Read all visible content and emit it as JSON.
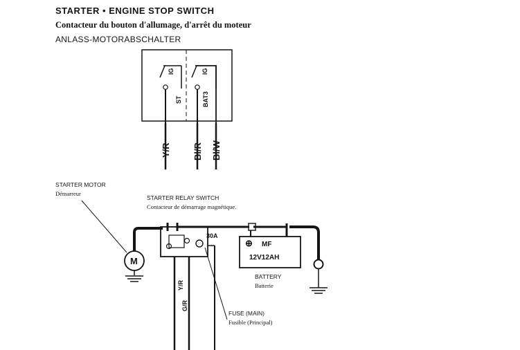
{
  "header": {
    "title_en": "STARTER • ENGINE STOP SWITCH",
    "title_fr": "Contacteur du bouton d'allumage, d'arrêt du moteur",
    "title_de": "ANLASS-MOTORABSCHALTER"
  },
  "switch": {
    "terminals": {
      "ig_left": "IG",
      "ig_right": "IG",
      "st": "ST",
      "bat": "BAT3"
    },
    "wires": {
      "yr": "Y/R",
      "blr": "Bl/R",
      "blw": "Bl/W"
    }
  },
  "starter_motor": {
    "label_en": "STARTER MOTOR",
    "label_fr": "Démarreur",
    "symbol": "M"
  },
  "relay": {
    "label_en": "STARTER RELAY SWITCH",
    "label_fr": "Contacteur de démarrage magnétique."
  },
  "fuse": {
    "rating": "30A",
    "label_en": "FUSE (MAIN)",
    "label_fr": "Fusible (Principal)"
  },
  "battery": {
    "plus": "⊕",
    "mf": "MF",
    "rating": "12V12AH",
    "label_en": "BATTERY",
    "label_fr": "Batterie"
  },
  "relay_wires": {
    "yr": "Y/R",
    "gr": "G/R"
  },
  "colors": {
    "ink": "#151515",
    "background": "#ffffff"
  }
}
